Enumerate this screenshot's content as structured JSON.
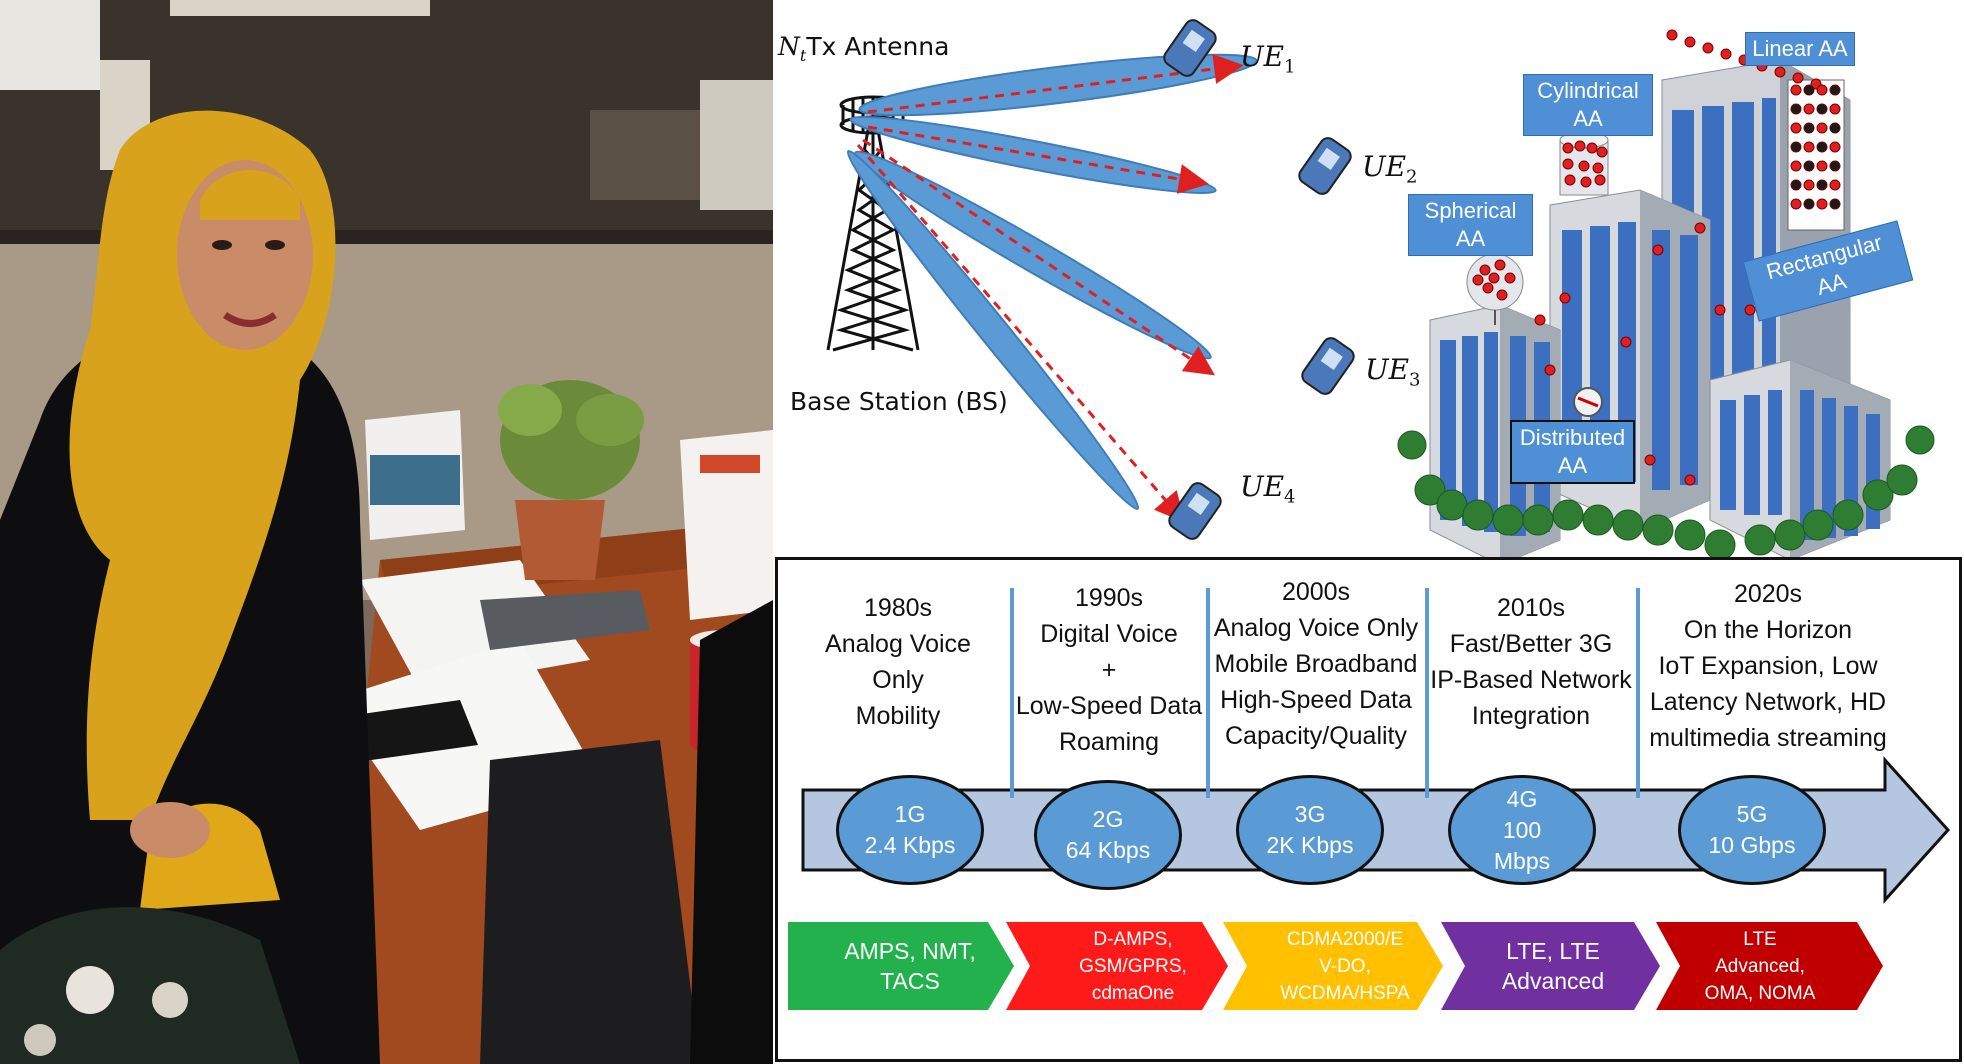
{
  "antenna_diagram": {
    "tx_label_main": "N",
    "tx_label_sub": "t",
    "tx_label_rest": "Tx Antenna",
    "bs_label": "Base Station (BS)",
    "users": [
      {
        "main": "UE",
        "sub": "1"
      },
      {
        "main": "UE",
        "sub": "2"
      },
      {
        "main": "UE",
        "sub": "3"
      },
      {
        "main": "UE",
        "sub": "4"
      }
    ]
  },
  "building_diagram": {
    "labels": {
      "linear": "Linear AA",
      "cylindrical": [
        "Cylindrical",
        "AA"
      ],
      "spherical": [
        "Spherical",
        "AA"
      ],
      "rectangular": [
        "Rectangular",
        "AA"
      ],
      "distributed": [
        "Distributed",
        "AA"
      ]
    }
  },
  "timeline": {
    "eras": [
      {
        "decade": "1980s",
        "lines": [
          "Analog Voice",
          "Only",
          "Mobility"
        ]
      },
      {
        "decade": "1990s",
        "lines": [
          "Digital Voice",
          "+",
          "Low-Speed Data",
          "Roaming"
        ]
      },
      {
        "decade": "2000s",
        "lines": [
          "Analog Voice Only",
          "Mobile Broadband",
          "High-Speed Data",
          "Capacity/Quality"
        ]
      },
      {
        "decade": "2010s",
        "lines": [
          "Fast/Better 3G",
          "IP-Based Network",
          "Integration"
        ]
      },
      {
        "decade": "2020s",
        "lines": [
          "On the Horizon",
          "IoT Expansion, Low",
          "Latency Network, HD",
          "multimedia streaming"
        ]
      }
    ],
    "generations": [
      {
        "gen": "1G",
        "speed": [
          "2.4 Kbps"
        ]
      },
      {
        "gen": "2G",
        "speed": [
          "64 Kbps"
        ]
      },
      {
        "gen": "3G",
        "speed": [
          "2K Kbps"
        ]
      },
      {
        "gen": "4G",
        "speed": [
          "100",
          "Mbps"
        ]
      },
      {
        "gen": "5G",
        "speed": [
          "10 Gbps"
        ]
      }
    ],
    "technologies": [
      {
        "lines": [
          "AMPS, NMT,",
          "TACS"
        ],
        "color": "#22b14c"
      },
      {
        "lines": [
          "D-AMPS,",
          "GSM/GPRS,",
          "cdmaOne"
        ],
        "color": "#ff1a1a"
      },
      {
        "lines": [
          "CDMA2000/E",
          "V-DO,",
          "WCDMA/HSPA"
        ],
        "color": "#ffc000"
      },
      {
        "lines": [
          "LTE, LTE",
          "Advanced"
        ],
        "color": "#7030a0"
      },
      {
        "lines": [
          "LTE",
          "Advanced,",
          "OMA, NOMA"
        ],
        "color": "#c00000"
      }
    ],
    "colors": {
      "arrow_fill": "#b4c6e0",
      "circle_fill": "#5b9bd5",
      "divider": "#5b9bd5"
    }
  }
}
